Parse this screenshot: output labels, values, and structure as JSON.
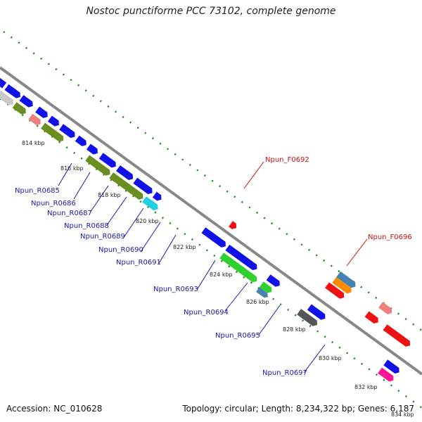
{
  "title": "Nostoc punctiforme PCC 73102, complete genome",
  "footer": {
    "accession": "Accession: NC_010628",
    "genome_info": "Topology: circular; Length: 8,234,322 bp; Genes: 6,187"
  },
  "colors": {
    "blue": "#1010e8",
    "olive": "#6b8e23",
    "gray": "#c8c8c8",
    "pink": "#f08080",
    "cyan": "#20d0e0",
    "green": "#30d030",
    "steel": "#4682b4",
    "red": "#ee1111",
    "orange": "#ff8c00",
    "darkgray": "#555555",
    "magenta": "#ff1493",
    "backbone": "#888888",
    "tick": "#1a8a1a"
  },
  "ticks": [
    "814 kbp",
    "816 kbp",
    "818 kbp",
    "820 kbp",
    "822 kbp",
    "824 kbp",
    "826 kbp",
    "828 kbp",
    "830 kbp",
    "832 kbp",
    "834 kbp"
  ],
  "gene_labels": {
    "r0685": "Npun_R0685",
    "r0686": "Npun_R0686",
    "r0687": "Npun_R0687",
    "r0688": "Npun_R0688",
    "r0689": "Npun_R0689",
    "r0690": "Npun_R0690",
    "r0691": "Npun_R0691",
    "r0693": "Npun_R0693",
    "r0694": "Npun_R0694",
    "r0695": "Npun_R0695",
    "r0697": "Npun_R0697",
    "f0692": "Npun_F0692",
    "f0696": "Npun_F0696"
  }
}
